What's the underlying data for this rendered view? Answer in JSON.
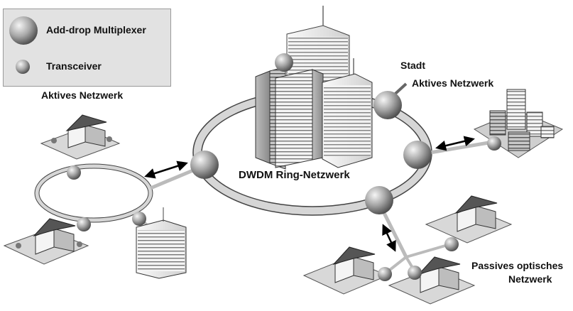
{
  "legend": {
    "adm_label": "Add-drop Multiplexer",
    "transceiver_label": "Transceiver"
  },
  "labels": {
    "left_network": "Aktives Netzwerk",
    "city": "Stadt",
    "right_network": "Aktives Netzwerk",
    "ring": "DWDM Ring-Netzwerk",
    "passive_line1": "Passives optisches",
    "passive_line2": "Netzwerk"
  },
  "colors": {
    "node": "#9a9a9a",
    "node_light": "#f2f2f2",
    "ring_fill": "#d9d9d9",
    "ring_stroke": "#555555",
    "legend_bg": "#e2e2e2"
  }
}
